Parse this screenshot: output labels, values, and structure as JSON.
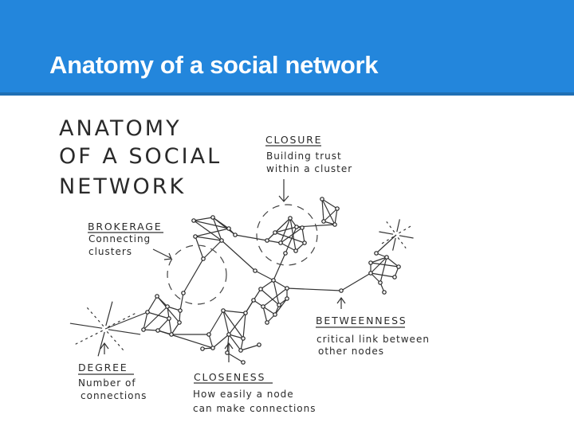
{
  "slide": {
    "title": "Anatomy of a social network",
    "header_color": "#2386dc"
  },
  "diagram": {
    "heading": [
      "ANATOMY",
      "OF A SOCIAL",
      "NETWORK"
    ],
    "closure": {
      "label": "CLOSURE",
      "lines": [
        "Building trust",
        "within a cluster"
      ]
    },
    "brokerage": {
      "label": "BROKERAGE",
      "lines": [
        "Connecting",
        "clusters"
      ]
    },
    "degree": {
      "label": "DEGREE",
      "lines": [
        "Number of",
        "connections"
      ]
    },
    "closeness": {
      "label": "CLOSENESS",
      "lines": [
        "How easily a node",
        "can make connections"
      ]
    },
    "betweenness": {
      "label": "BETWEENNESS",
      "lines": [
        "critical link between",
        "other nodes"
      ]
    }
  }
}
